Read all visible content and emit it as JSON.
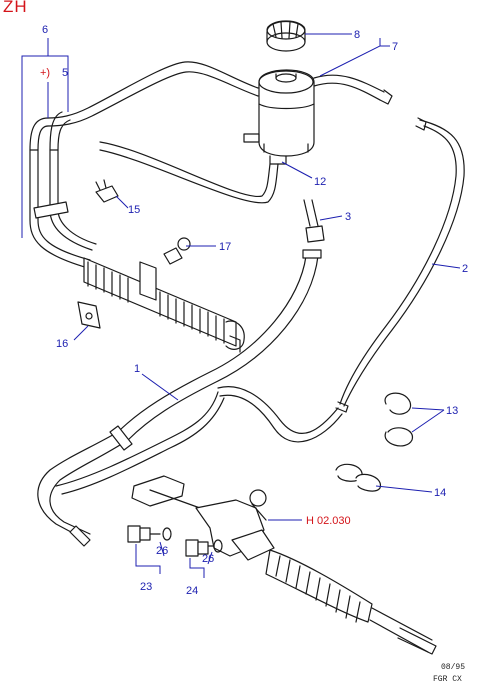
{
  "page": {
    "corner_code": "ZH",
    "date_code": "08/95",
    "catalog_code": "FGR  CX"
  },
  "callouts": [
    {
      "id": "c6",
      "text": "6",
      "color": "blue"
    },
    {
      "id": "c5",
      "text": "5",
      "color": "blue"
    },
    {
      "id": "c_plus",
      "text": "+)",
      "color": "red"
    },
    {
      "id": "c8",
      "text": "8",
      "color": "blue"
    },
    {
      "id": "c7",
      "text": "7",
      "color": "blue"
    },
    {
      "id": "c12",
      "text": "12",
      "color": "blue"
    },
    {
      "id": "c15",
      "text": "15",
      "color": "blue"
    },
    {
      "id": "c3",
      "text": "3",
      "color": "blue"
    },
    {
      "id": "c17",
      "text": "17",
      "color": "blue"
    },
    {
      "id": "c2",
      "text": "2",
      "color": "blue"
    },
    {
      "id": "c16",
      "text": "16",
      "color": "blue"
    },
    {
      "id": "c1",
      "text": "1",
      "color": "blue"
    },
    {
      "id": "c13",
      "text": "13",
      "color": "blue"
    },
    {
      "id": "c14",
      "text": "14",
      "color": "blue"
    },
    {
      "id": "cref",
      "text": "H 02.030",
      "color": "red"
    },
    {
      "id": "c26a",
      "text": "26",
      "color": "blue"
    },
    {
      "id": "c26b",
      "text": "26",
      "color": "blue"
    },
    {
      "id": "c23",
      "text": "23",
      "color": "blue"
    },
    {
      "id": "c24",
      "text": "24",
      "color": "blue"
    }
  ],
  "colors": {
    "callout": "#1c1fb0",
    "reference": "#d4141a",
    "line": "#1a1a1a"
  }
}
